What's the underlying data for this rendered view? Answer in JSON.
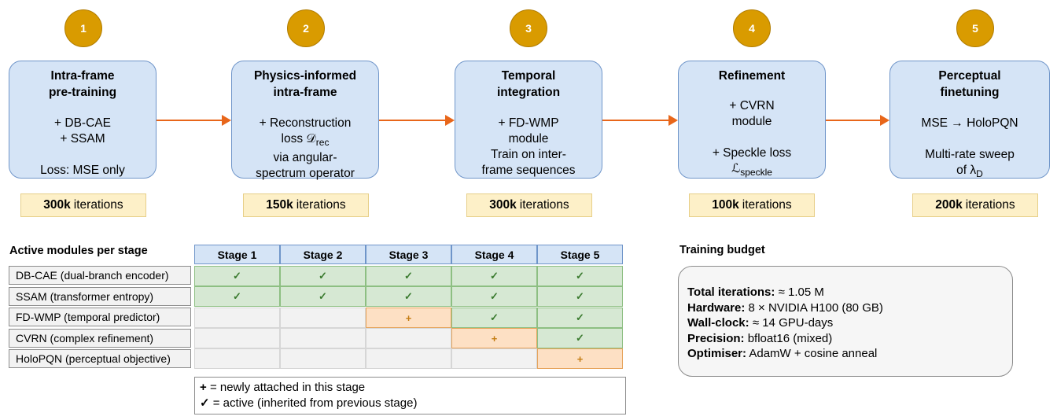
{
  "stages": [
    {
      "num": "1",
      "title_lines": [
        "Intra-frame",
        "pre-training"
      ],
      "body": [
        "+ DB-CAE",
        "+ SSAM",
        "",
        "Loss: MSE only"
      ],
      "iter_bold": "300k",
      "iter_text": "iterations"
    },
    {
      "num": "2",
      "title_lines": [
        "Physics-informed",
        "intra-frame"
      ],
      "body": [
        "+ Reconstruction",
        "loss 𝒟",
        "via angular-",
        "spectrum operator"
      ],
      "body_sub": "rec",
      "iter_bold": "150k",
      "iter_text": "iterations"
    },
    {
      "num": "3",
      "title_lines": [
        "Temporal",
        "integration"
      ],
      "body": [
        "+ FD-WMP",
        "module",
        "Train on inter-",
        "frame sequences"
      ],
      "iter_bold": "300k",
      "iter_text": "iterations"
    },
    {
      "num": "4",
      "title_lines": [
        "Refinement"
      ],
      "body": [
        "+ CVRN",
        "module",
        "",
        "+ Speckle loss",
        "ℒ"
      ],
      "body_sub": "speckle",
      "iter_bold": "100k",
      "iter_text": "iterations"
    },
    {
      "num": "5",
      "title_lines": [
        "Perceptual",
        "finetuning"
      ],
      "body": [
        "MSE → HoloPQN",
        "",
        "Multi-rate sweep",
        "of λ"
      ],
      "body_sub": "D",
      "iter_bold": "200k",
      "iter_text": "iterations"
    }
  ],
  "table": {
    "title": "Active modules per stage",
    "columns": [
      "Stage 1",
      "Stage 2",
      "Stage 3",
      "Stage 4",
      "Stage 5"
    ],
    "rows": [
      {
        "label": "DB-CAE (dual-branch encoder)",
        "cells": [
          "✓",
          "✓",
          "✓",
          "✓",
          "✓"
        ]
      },
      {
        "label": "SSAM (transformer entropy)",
        "cells": [
          "✓",
          "✓",
          "✓",
          "✓",
          "✓"
        ]
      },
      {
        "label": "FD-WMP (temporal predictor)",
        "cells": [
          "",
          "",
          "+",
          "✓",
          "✓"
        ]
      },
      {
        "label": "CVRN (complex refinement)",
        "cells": [
          "",
          "",
          "",
          "+",
          "✓"
        ]
      },
      {
        "label": "HoloPQN (perceptual objective)",
        "cells": [
          "",
          "",
          "",
          "",
          "+"
        ]
      }
    ]
  },
  "legend": {
    "plus_symbol": "+",
    "plus_text": "= newly attached in this stage",
    "check_symbol": "✓",
    "check_text": "= active (inherited from previous stage)"
  },
  "budget": {
    "title": "Training budget",
    "items": [
      {
        "key": "Total iterations:",
        "value": "≈ 1.05 M"
      },
      {
        "key": "Hardware:",
        "value": "8 × NVIDIA H100 (80 GB)"
      },
      {
        "key": "Wall-clock:",
        "value": "≈ 14 GPU-days"
      },
      {
        "key": "Precision:",
        "value": "bfloat16 (mixed)"
      },
      {
        "key": "Optimiser:",
        "value": "AdamW + cosine anneal"
      }
    ]
  },
  "colors": {
    "badge": "#d99b00",
    "arrow": "#e8661a",
    "stage_fill": "#d5e4f6",
    "active_fill": "#d6e8d3",
    "new_fill": "#fde0c4"
  }
}
